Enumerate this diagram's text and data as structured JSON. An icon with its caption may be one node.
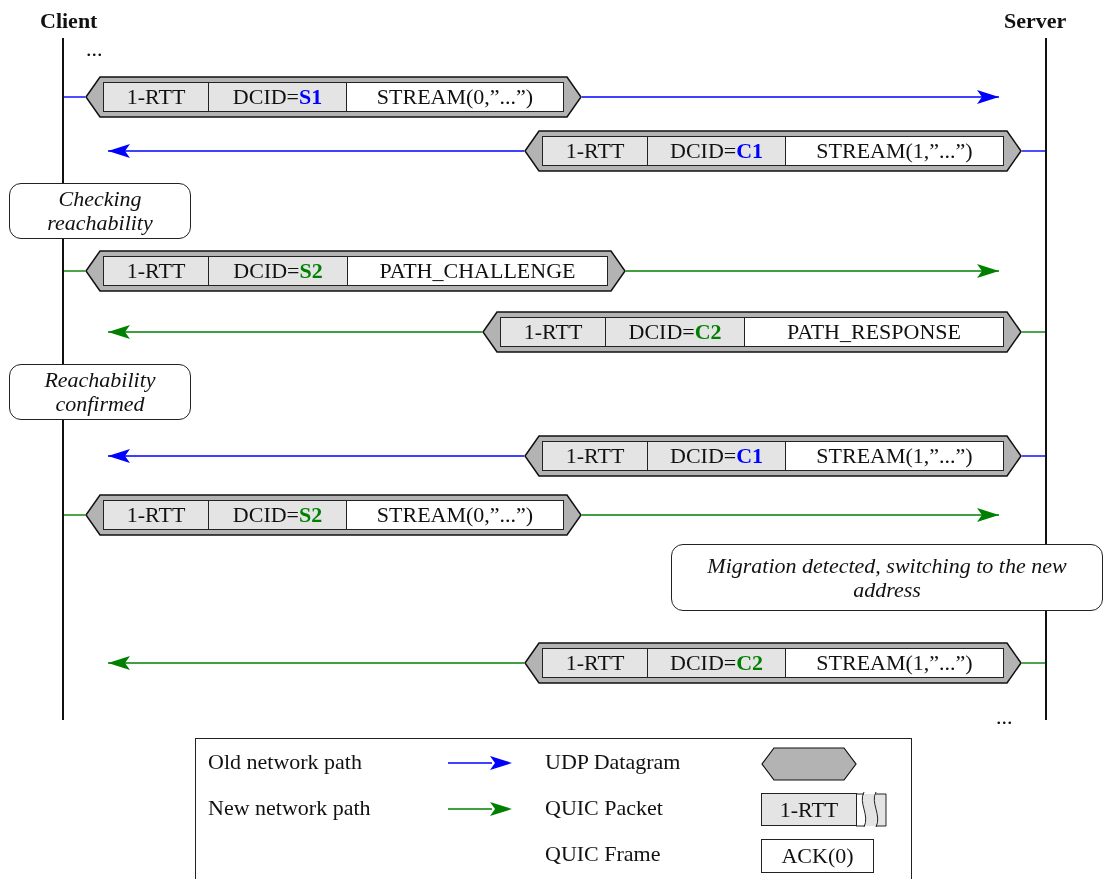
{
  "diagram": {
    "nodes": [
      {
        "text": [],
        "shape": "line",
        "beside": [
          "Client"
        ]
      },
      {
        "text": [],
        "shape": "line",
        "beside": [
          "Server"
        ]
      },
      {
        "text": [],
        "shape": "hexagon"
      },
      {
        "text": [
          "1-RTT",
          "DCID=**S1**"
        ],
        "in": 2
      },
      {
        "text": [
          "STREAM(0,”...”)"
        ],
        "in": 2
      },
      {
        "text": [],
        "shape": "hexagon"
      },
      {
        "text": [
          "1-RTT",
          "DCID=**C1**"
        ],
        "in": 5
      },
      {
        "text": [
          "STREAM(1,”...”)"
        ],
        "in": 5
      },
      {
        "text": [
          "Checking reachability"
        ]
      },
      {
        "text": [],
        "shape": "hexagon"
      },
      {
        "text": [
          "1-RTT",
          "DCID=**S2**"
        ],
        "in": 9
      },
      {
        "text": [
          "PATH_CHALLENGE"
        ],
        "in": 9
      },
      {
        "text": [],
        "shape": "hexagon"
      },
      {
        "text": [
          "1-RTT",
          "DCID=**C2**"
        ],
        "in": 12
      },
      {
        "text": [
          "PATH_RESPONSE"
        ],
        "in": 12
      },
      {
        "text": [
          "Reachability confirmed"
        ]
      },
      {
        "text": [],
        "shape": "hexagon"
      },
      {
        "text": [
          "1-RTT",
          "DCID=**C1**"
        ],
        "in": 16
      },
      {
        "text": [
          "STREAM(1,”...”)"
        ],
        "in": 16
      },
      {
        "text": [],
        "shape": "hexagon"
      },
      {
        "text": [
          "1-RTT",
          "DCID=**S2**"
        ],
        "in": 19
      },
      {
        "text": [
          "STREAM(0,”...”)"
        ],
        "in": 19
      },
      {
        "text": [
          "Migration detected, switching to the new address"
        ]
      },
      {
        "text": [],
        "shape": "hexagon"
      },
      {
        "text": [
          "1-RTT",
          "DCID=**C2**"
        ],
        "in": 23
      },
      {
        "text": [
          "STREAM(1,”...”)"
        ],
        "in": 23
      }
    ],
    "edges": [
      {
        "from": 0,
        "to": 2,
        "arrow": "none",
        "color": "#0000ff"
      },
      {
        "from": 2,
        "to": null,
        "arrow": "to",
        "color": "#0000ff"
      },
      {
        "from": 1,
        "to": 5,
        "arrow": "none",
        "color": "#0000ff"
      },
      {
        "from": 5,
        "to": null,
        "arrow": "to",
        "color": "#0000ff"
      },
      {
        "from": 0,
        "to": 9,
        "arrow": "none",
        "color": "#008000"
      },
      {
        "from": 9,
        "to": null,
        "arrow": "to",
        "color": "#008000"
      },
      {
        "from": 1,
        "to": 12,
        "arrow": "none",
        "color": "#008000"
      },
      {
        "from": 12,
        "to": null,
        "arrow": "to",
        "color": "#008000"
      },
      {
        "from": 1,
        "to": 16,
        "arrow": "none",
        "color": "#0000ff"
      },
      {
        "from": 16,
        "to": null,
        "arrow": "to",
        "color": "#0000ff"
      },
      {
        "from": 0,
        "to": 19,
        "arrow": "none",
        "color": "#008000"
      },
      {
        "from": 19,
        "to": null,
        "arrow": "to",
        "color": "#008000"
      },
      {
        "from": 1,
        "to": 23,
        "arrow": "none",
        "color": "#008000"
      },
      {
        "from": 23,
        "to": null,
        "arrow": "to",
        "color": "#008000"
      }
    ],
    "labels": [
      "...",
      "...",
      "1-RTT",
      "ACK(0)"
    ],
    "legend": [
      {
        "text": "Old network path"
      },
      {
        "text": "New network path"
      },
      {
        "text": "UDP Datagram"
      },
      {
        "text": "QUIC Packet"
      },
      {
        "text": "QUIC Frame"
      }
    ]
  }
}
